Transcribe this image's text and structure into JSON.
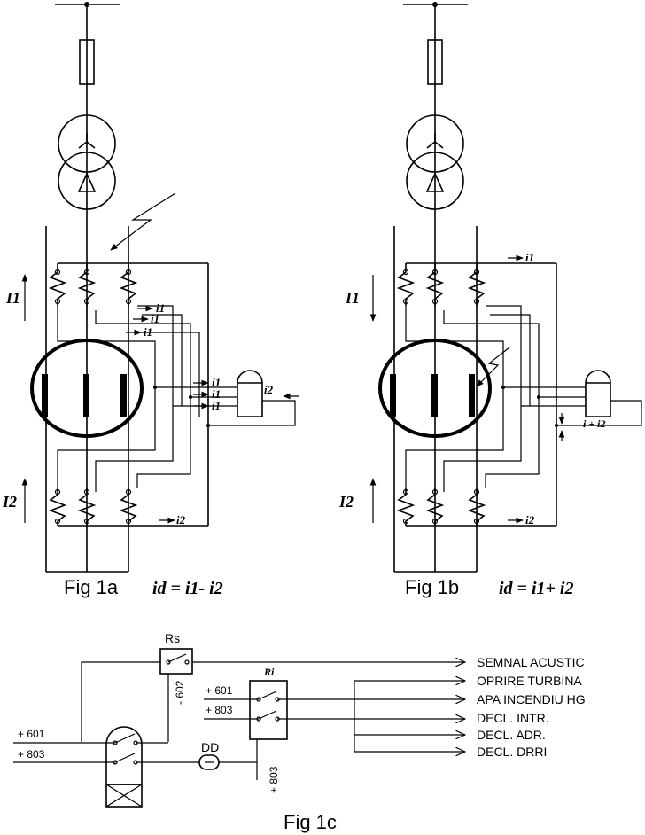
{
  "fig1a": {
    "caption": "Fig 1a",
    "equation": "id = i1- i2",
    "current_top": "I1",
    "current_bottom": "I2",
    "i1_labels": [
      "i1",
      "i1",
      "i1",
      "i1",
      "i1",
      "i1"
    ],
    "i2_relay": "i2",
    "i2_bottom": "i2"
  },
  "fig1b": {
    "caption": "Fig 1b",
    "equation": "id = i1+ i2",
    "current_top": "I1",
    "current_bottom": "I2",
    "i1_top": "i1",
    "i2_bottom": "i2",
    "sum_label": "i + i2"
  },
  "fig1c": {
    "caption": "Fig 1c",
    "relay_rs": "Rs",
    "relay_ri": "Ri",
    "dd_label": "DD",
    "left_601": "+ 601",
    "left_803": "+ 803",
    "ri_601": "+ 601",
    "ri_803": "+ 803",
    "wire_602": "- 602",
    "wire_803_vertical": "+ 803",
    "outputs": [
      "SEMNAL ACUSTIC",
      "OPRIRE TURBINA",
      "APA INCENDIU HG",
      "DECL. INTR.",
      "DECL. ADR.",
      "DECL. DRRI"
    ]
  }
}
